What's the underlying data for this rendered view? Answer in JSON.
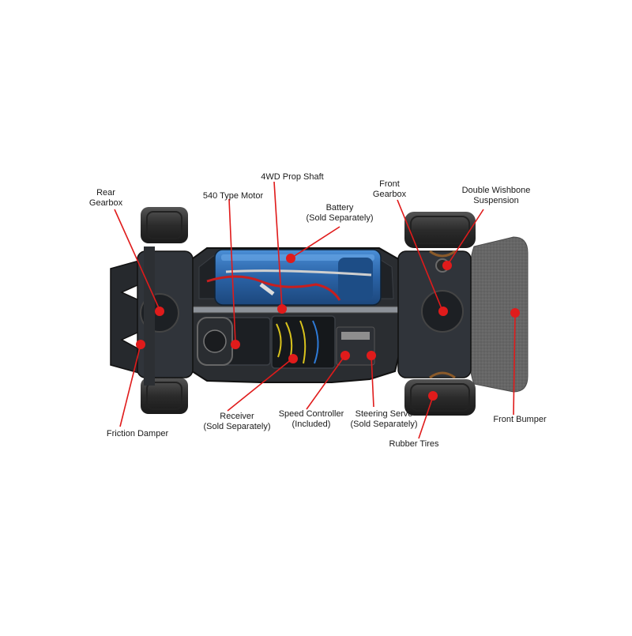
{
  "diagram": {
    "labels": {
      "rear_gearbox": [
        "Rear",
        "Gearbox"
      ],
      "motor": [
        "540 Type Motor"
      ],
      "prop_shaft": [
        "4WD Prop Shaft"
      ],
      "battery": [
        "Battery",
        "(Sold Separately)"
      ],
      "front_gearbox": [
        "Front",
        "Gearbox"
      ],
      "suspension": [
        "Double Wishbone",
        "Suspension"
      ],
      "friction_damper": [
        "Friction Damper"
      ],
      "receiver": [
        "Receiver",
        "(Sold Separately)"
      ],
      "speed_controller": [
        "Speed Controller",
        "(Included)"
      ],
      "steering_servo": [
        "Steering Servo",
        "(Sold Separately)"
      ],
      "front_bumper": [
        "Front Bumper"
      ],
      "rubber_tires": [
        "Rubber Tires"
      ]
    },
    "colors": {
      "callout": "#e01b1b",
      "chassis": "#2a2d31",
      "battery": "#2f6fb3",
      "tire": "#3b3b3b",
      "bumper": "#6b6b6b"
    }
  }
}
